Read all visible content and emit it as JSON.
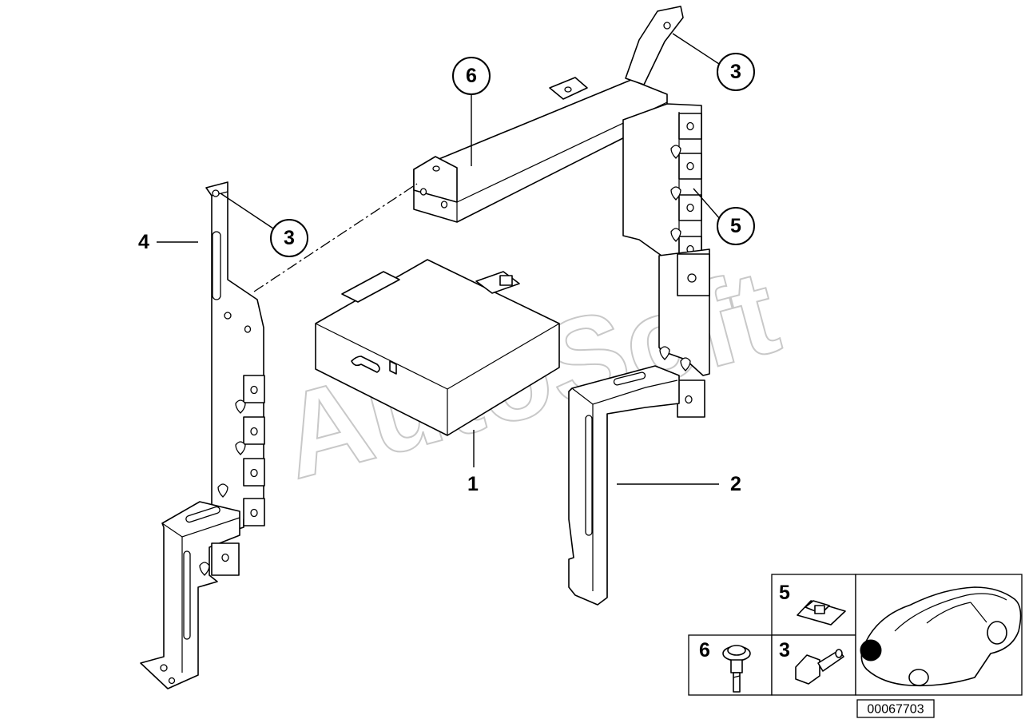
{
  "watermark": "AutoSoft",
  "callouts": {
    "c6": "6",
    "c3_top": "3",
    "c3_left": "3",
    "c5": "5"
  },
  "labels": {
    "l4": "4",
    "l1": "1",
    "l2": "2"
  },
  "inset": {
    "n5": "5",
    "n6": "6",
    "n3": "3"
  },
  "reference_number": "00067703"
}
